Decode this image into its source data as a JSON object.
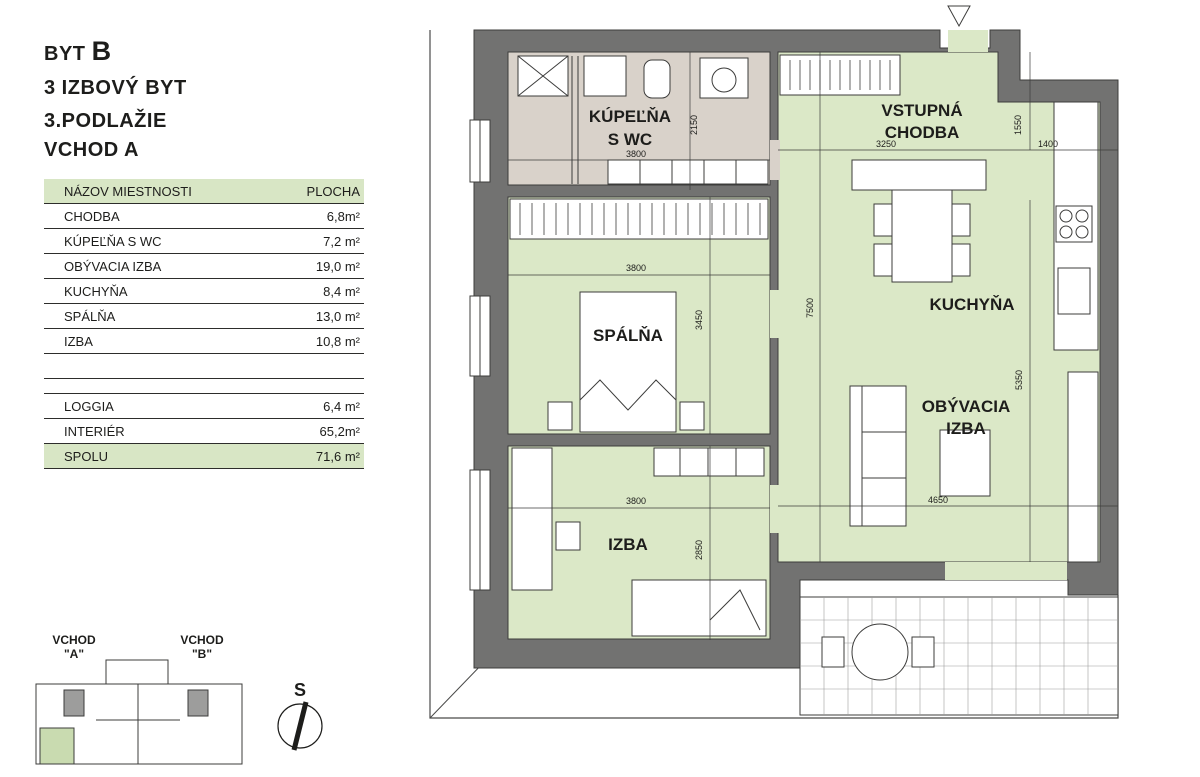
{
  "header": {
    "line1_prefix": "BYT",
    "line1_letter": "B",
    "line2": "3 IZBOVÝ BYT",
    "line3": "3.PODLAŽIE",
    "line4": "VCHOD A"
  },
  "table": {
    "col_name": "NÁZOV MIESTNOSTI",
    "col_area": "PLOCHA",
    "rows": [
      {
        "name": "CHODBA",
        "area": "6,8m²"
      },
      {
        "name": "KÚPEĽŇA S WC",
        "area": "7,2 m²"
      },
      {
        "name": "OBÝVACIA IZBA",
        "area": "19,0 m²"
      },
      {
        "name": "KUCHYŇA",
        "area": "8,4 m²"
      },
      {
        "name": "SPÁLŇA",
        "area": "13,0 m²"
      },
      {
        "name": "IZBA",
        "area": "10,8 m²"
      }
    ],
    "totals": [
      {
        "name": "LOGGIA",
        "area": "6,4 m²"
      },
      {
        "name": "INTERIÉR",
        "area": "65,2m²"
      },
      {
        "name": "SPOLU",
        "area": "71,6 m²"
      }
    ]
  },
  "rooms": {
    "bath_1": "KÚPEĽŇA",
    "bath_2": "S WC",
    "hall_1": "VSTUPNÁ",
    "hall_2": "CHODBA",
    "kitchen": "KUCHYŇA",
    "bedroom": "SPÁLŇA",
    "living_1": "OBÝVACIA",
    "living_2": "IZBA",
    "room": "IZBA"
  },
  "dimensions": {
    "bath_w": "3800",
    "bath_h": "2150",
    "hall_w": "3250",
    "hall_h": "1550",
    "kitchen_w": "1400",
    "bed_w": "3800",
    "bed_h": "3450",
    "total_h": "7500",
    "living_h": "5350",
    "room_w": "3800",
    "living_w": "4650",
    "room_h": "2850"
  },
  "key_plan": {
    "entrance_a_1": "VCHOD",
    "entrance_a_2": "\"A\"",
    "entrance_b_1": "VCHOD",
    "entrance_b_2": "\"B\""
  },
  "compass": {
    "north_letter": "S"
  },
  "colors": {
    "room_fill": "#dbe8c7",
    "bath_fill": "#d9d2ca",
    "wall_fill": "#6f6f6e",
    "highlight_row": "#d8e6c5"
  }
}
